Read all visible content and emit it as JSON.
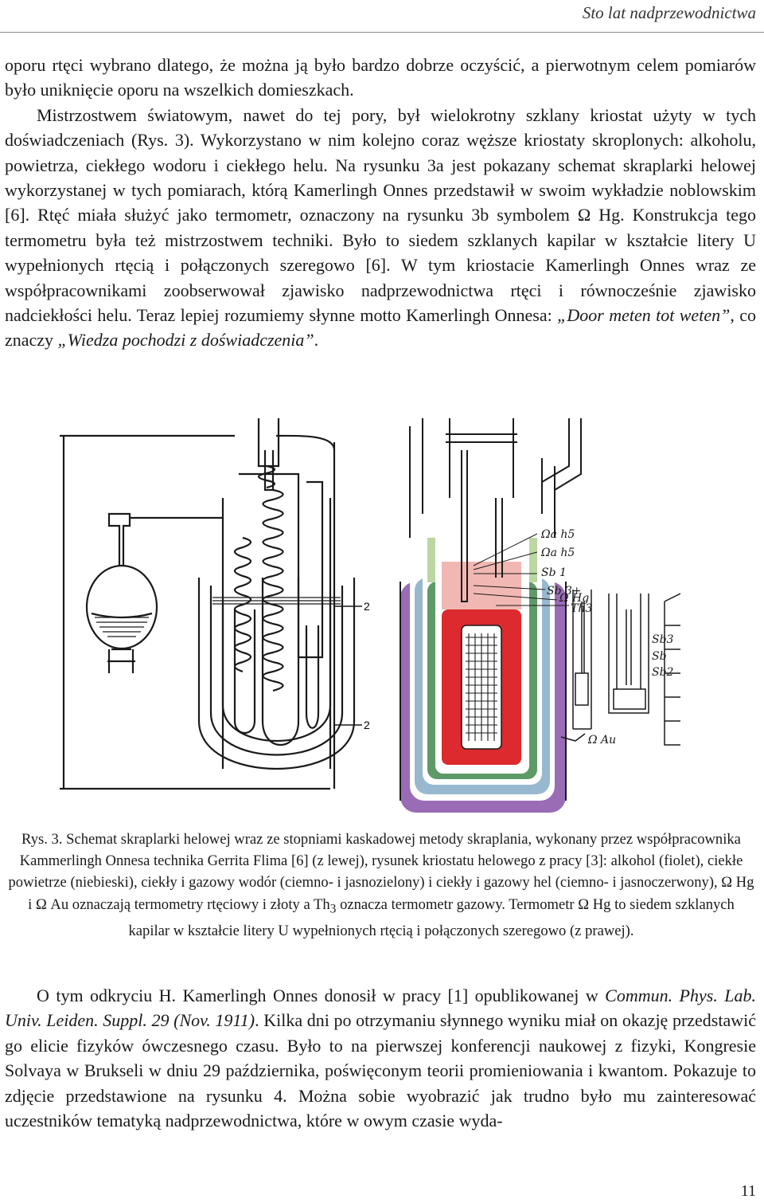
{
  "header": {
    "running_title": "Sto lat nadprzewodnictwa"
  },
  "paragraph1": {
    "p1": "oporu rtęci wybrano dlatego, że można ją było bardzo dobrze oczyścić, a pierwotnym celem pomiarów było uniknięcie oporu na wszelkich domieszkach.",
    "p2": "Mistrzostwem światowym, nawet do tej pory, był wielokrotny szklany kriostat użyty w tych doświadczeniach (Rys. 3). Wykorzystano w nim kolejno coraz węższe kriostaty skroplonych: alkoholu, powietrza, ciekłego wodoru i ciekłego helu. Na ry­sunku 3a jest pokazany schemat skraplarki helowej wykorzystanej w tych pomiarach, którą Kamerlingh Onnes przedstawił w swoim wykładzie noblowskim [6]. Rtęć miała służyć jako termometr, oznaczony na rysunku 3b symbolem Ω Hg. Konstrukcja tego termometru była też mistrzostwem techniki. Było to siedem szklanych kapilar w kształcie litery U wypełnionych rtęcią i połączonych szeregowo [6]. W tym krio­stacie Kamerlingh Onnes wraz ze współpracownikami zoobserwował zjawisko nad­przewodnictwa rtęci i równocześnie zjawisko nadciekłości helu. Teraz lepiej rozu­miemy słynne motto Kamerlingh Onnesa: ",
    "motto": "„Door meten tot weten”",
    "p3": ", co znaczy ",
    "translation": "„Wiedza pochodzi z doświadczenia”",
    "p4": "."
  },
  "figure": {
    "left_labels": [
      "2",
      "2"
    ],
    "right_labels": [
      "Ωa h5",
      "Ωa h5",
      "Sb 1",
      "Sb 3+",
      "Ω Hg",
      "Th3",
      "Sb3",
      "Sb",
      "Sb2",
      "Ω Au"
    ],
    "colors": {
      "alcohol": "#9a6cb6",
      "liquid_air": "#98b8cf",
      "liquid_hydrogen": "#5e9a68",
      "gaseous_hydrogen": "#bcd7a3",
      "liquid_helium": "#dc2a2e",
      "gaseous_helium": "#f1b8b3"
    }
  },
  "caption": {
    "c1": "Rys. 3. Schemat skraplarki helowej wraz ze stopniami kaskadowej metody skraplania, wykonany przez współpracownika Kammerlingh Onnesa technika Gerrita Flima [6] (z lewej), rysunek kriosta­tu helowego z pracy [3]: alkohol (fiolet), ciekłe powietrze (niebieski), ciekły i gazowy wodór (ciemno- i jasnozielony) i ciekły i gazowy hel (ciemno- i jasnoczerwony), Ω Hg i Ω Au oznaczają termometry rtęciowy i złoty a Th",
    "sub": "3",
    "c2": " oznacza termometr gazowy. Termometr Ω Hg to siedem szkla­nych kapilar w kształcie litery U wypełnionych rtęcią i połączonych szeregowo (z prawej)."
  },
  "paragraph2": {
    "p1": "O tym odkryciu H. Kamerlingh Onnes donosił w pracy [1] opublikowanej w ",
    "journal": "Commun. Phys. Lab. Univ. Leiden. Suppl. 29 (Nov. 1911)",
    "p2": ". Kilka dni po otrzymaniu słynnego wyniku miał on okazję przedstawić go elicie fizyków ówczesnego czasu. Było to na pierwszej konferencji naukowej z fizyki, Kongresie Solvaya w Brukseli w dniu 29 października, poświęconym teorii promieniowania i kwantom. Pokazuje to zdjęcie przedstawione na rysunku 4. Można sobie wyobrazić jak trudno było mu za­interesować uczestników tematyką nadprzewodnictwa, które w owym czasie wyda-"
  },
  "footer": {
    "page_number": "11"
  }
}
